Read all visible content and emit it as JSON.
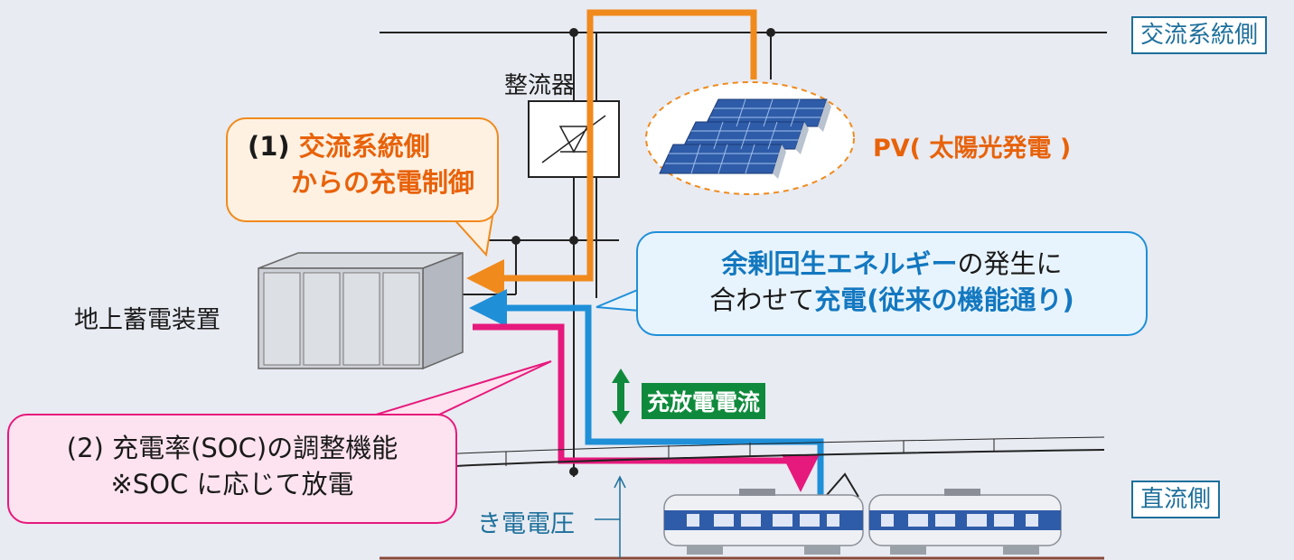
{
  "labels": {
    "ac_side": "交流系統側",
    "dc_side": "直流側",
    "rectifier": "整流器",
    "pv": "PV( 太陽光発電 )",
    "storage": "地上蓄電装置",
    "charge_discharge_current": "充放電電流",
    "catenary_voltage": "き電電圧"
  },
  "callout1": {
    "prefix": "(1) ",
    "line1": "交流系統側",
    "line2": "からの充電制御"
  },
  "callout2": {
    "part1": "余剰回生エネルギー",
    "part2": "の発生に",
    "part3": "合わせて",
    "part4": "充電(従来の機能通り)"
  },
  "callout3": {
    "line1": "(2) 充電率(SOC)の調整機能",
    "line2": "※SOC に応じて放電"
  },
  "colors": {
    "orange": "#f08a1c",
    "blue": "#1f8fd8",
    "magenta": "#e6197c",
    "green": "#0f8a3c",
    "background": "#e8ebf2"
  }
}
